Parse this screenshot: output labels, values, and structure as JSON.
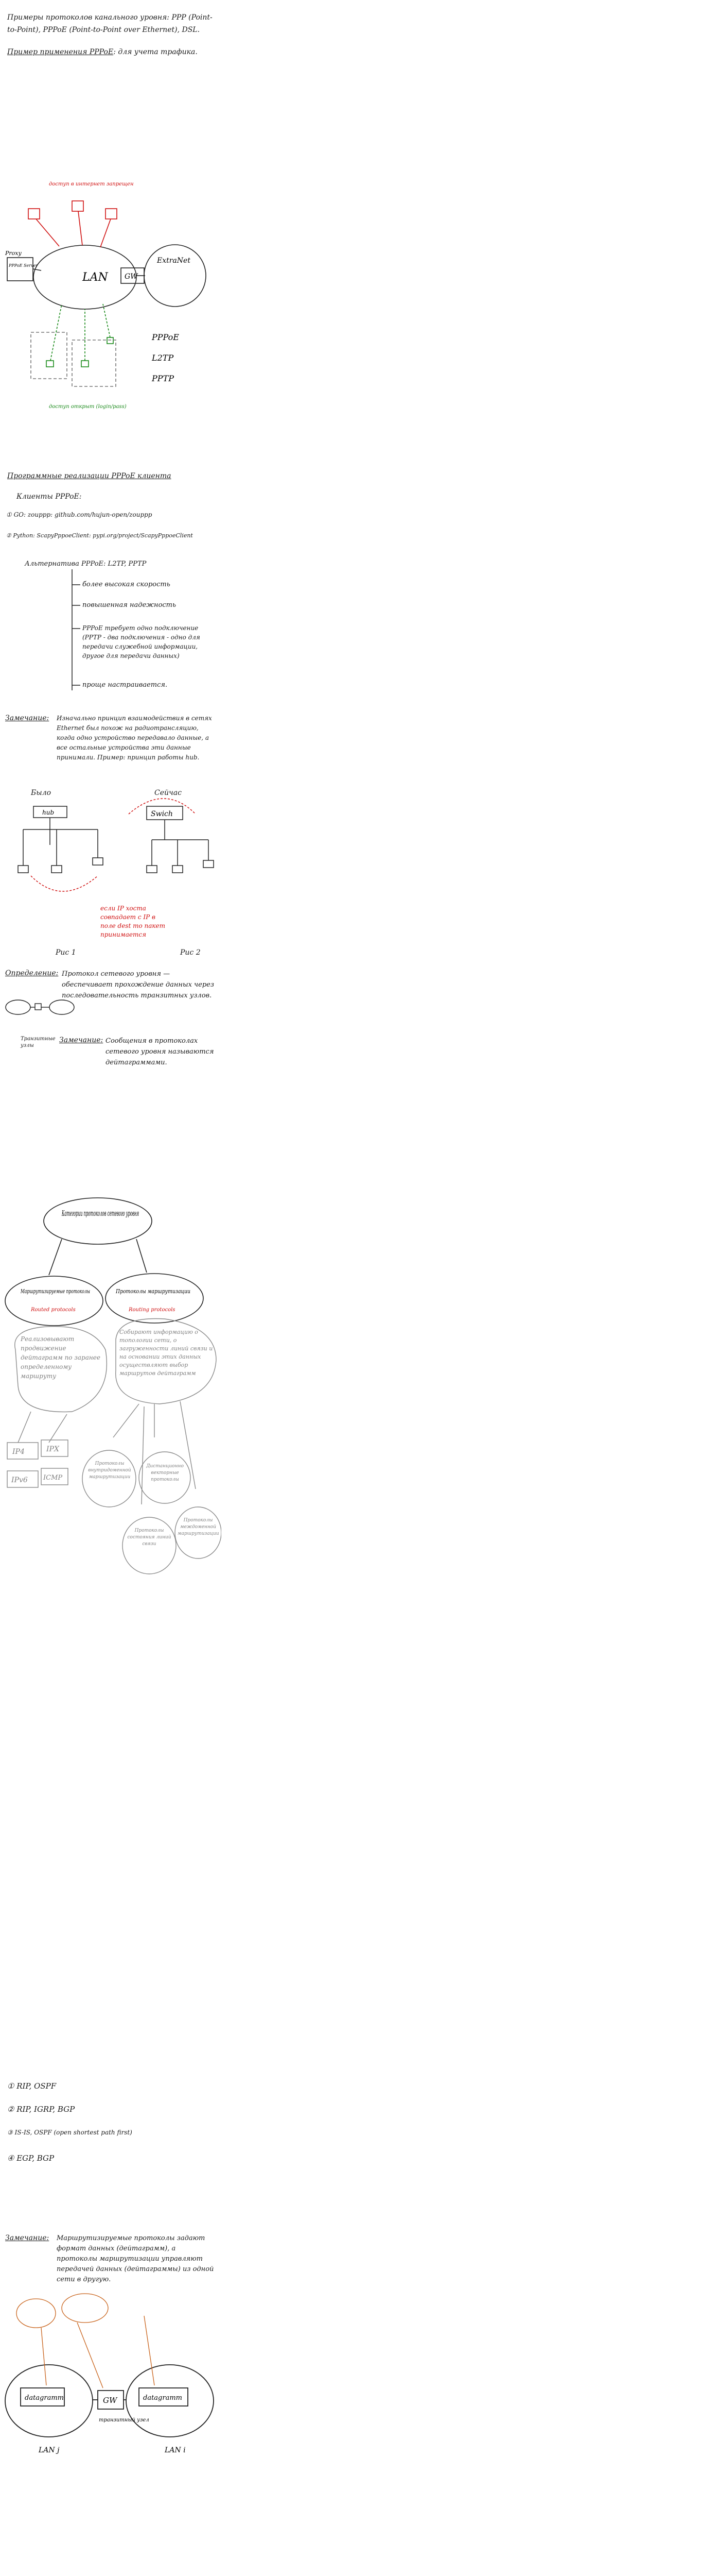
{
  "intro": "Примеры протоколов канального уровня: PPP (Point-to-Point), PPPoE (Point-to-Point over Ethernet), DSL.",
  "pppoe_example": {
    "heading": "Пример применения PPPoE",
    "suffix": ": для учета трафика.",
    "lan": "LAN",
    "gw": "GW",
    "extranet": "ExtraNet",
    "proxy": "Proxy",
    "server": "PPPoE Server",
    "red_note": "доступ в интернет запрещен",
    "green_note": "доступ открыт (login/pass)",
    "side_protocols": [
      "PPPoE",
      "L2TP",
      "PPTP"
    ]
  },
  "software": {
    "heading": "Программные реализации PPPoE клиента",
    "clients": "Клиенты PPPoE:",
    "items": [
      "① GO: zouppp: github.com/hujun-open/zouppp",
      "② Python: ScapyPppoeClient: pypi.org/project/ScapyPppoeClient"
    ],
    "alt_title": "Альтернатива PPPoE: L2TP, PPTP",
    "alt_points": [
      "более высокая скорость",
      "повышенная надежность",
      "PPPoE требует одно подключение (PPTP - два подключения - одно для передачи служебной информации, другое для передачи данных)",
      "проще настраивается."
    ]
  },
  "note1": {
    "label": "Замечание:",
    "text": "Изначально принцип взаимодействия в сетях Ethernet был похож на радиотрансляцию, когда одно устройство передавало данные, а все остальные устройства эти данные принимали. Пример: принцип работы hub."
  },
  "hub_switch": {
    "was": "Было",
    "now": "Сейчас",
    "hub": "hub",
    "switch": "Swich",
    "fig1": "Рис 1",
    "fig2": "Рис 2",
    "red_note": "если IP хоста совпадает с IP в поле dest то пакет принимается"
  },
  "definition": {
    "label": "Определение:",
    "text": "Протокол сетевого уровня — обеспечивает прохождение данных через последовательность транзитных узлов.",
    "transit": "Транзитные узлы",
    "note_label": "Замечание:",
    "note_text": "Сообщения в протоколах сетевого уровня называются дейтаграммами."
  },
  "categories": {
    "root": "Категории протоколов сетевого уровня",
    "routed": "Маршрутизируемые протоколы",
    "routed_en": "Routed protocols",
    "routing": "Протоколы маршрутизации",
    "routing_en": "Routing protocols",
    "routed_desc": "Реализовывают продвижение дейтаграмм по заранее определенному маршруту",
    "routing_desc": "Собирают информацию о топологии сети, о загруженности линий связи и на основании этих данных осуществляют выбор маршрутов дейтаграмм",
    "boxes": [
      "IP4",
      "IPX",
      "IPv6",
      "ICMP"
    ],
    "sub": [
      "Протоколы внутридоменной маршрутизации",
      "Дистанционно векторные протоколы",
      "Протоколы состояния линий связи",
      "Протоколы междоменной маршрутизации"
    ],
    "list": [
      "① RIP, OSPF",
      "② RIP, IGRP, BGP",
      "③ IS-IS, OSPF (open shortest path first)",
      "④ EGP, BGP"
    ]
  },
  "note2": {
    "label": "Замечание:",
    "text": "Маршрутизируемые протоколы задают формат данных (дейтаграмм), а протоколы маршрутизации управляют передачей данных (дейтаграммы) из одной сети в другую."
  },
  "final": {
    "dg": "datagramm",
    "gw": "GW",
    "transit": "транзитный узел",
    "lan_j": "LAN j",
    "lan_i": "LAN i"
  }
}
